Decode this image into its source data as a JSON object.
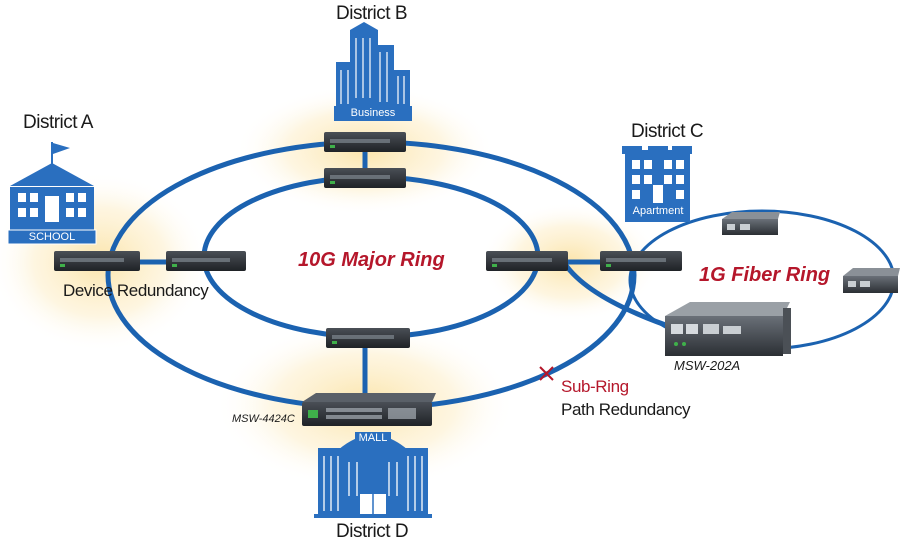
{
  "districts": {
    "a": "District A",
    "b": "District B",
    "c": "District C",
    "d": "District D"
  },
  "buildings": {
    "school": "SCHOOL",
    "business": "Business",
    "apartment": "Apartment",
    "mall": "MALL"
  },
  "rings": {
    "major": "10G Major Ring",
    "fiber": "1G Fiber Ring"
  },
  "captions": {
    "device_redundancy": "Device Redundancy",
    "sub_ring": "Sub-Ring",
    "path_redundancy": "Path Redundancy"
  },
  "models": {
    "switch": "MSW-4424C",
    "converter": "MSW-202A"
  },
  "colors": {
    "ring_blue": "#1b62b0",
    "building_blue": "#2a6fbf",
    "accent_red": "#b5172b",
    "glow": "#fbe3a6"
  }
}
